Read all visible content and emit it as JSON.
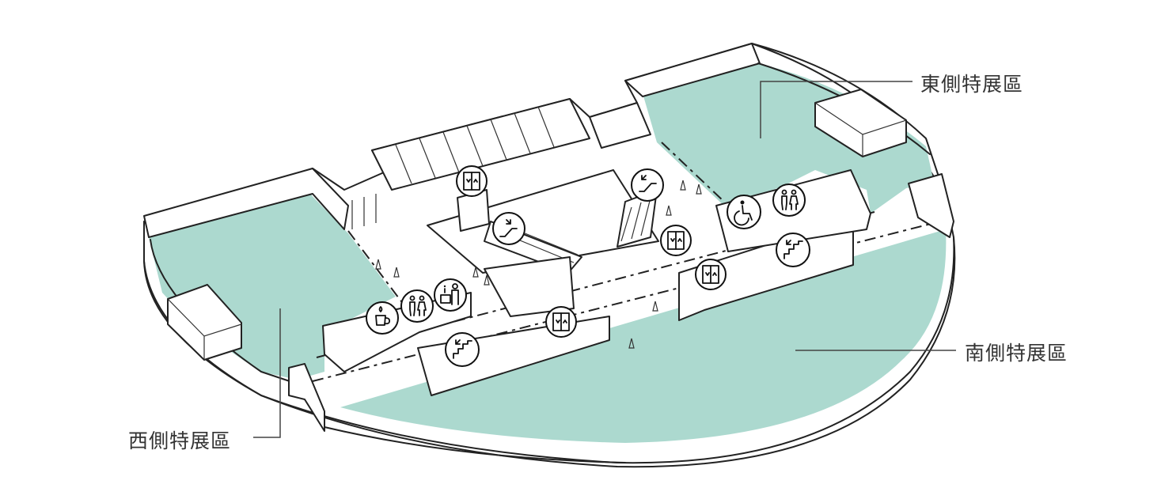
{
  "colors": {
    "exhibition_zone": "#acd9cf",
    "line": "#222222",
    "label_text": "#333333",
    "background": "#ffffff"
  },
  "zones": {
    "east": {
      "label": "東側特展區"
    },
    "south": {
      "label": "南側特展區"
    },
    "west": {
      "label": "西側特展區"
    }
  },
  "icons": [
    "elevator-icon",
    "escalator-down-icon",
    "escalator-up-icon",
    "wheelchair-accessible-icon",
    "restroom-icon",
    "stairs-icon",
    "cafe-icon",
    "information-desk-icon"
  ]
}
